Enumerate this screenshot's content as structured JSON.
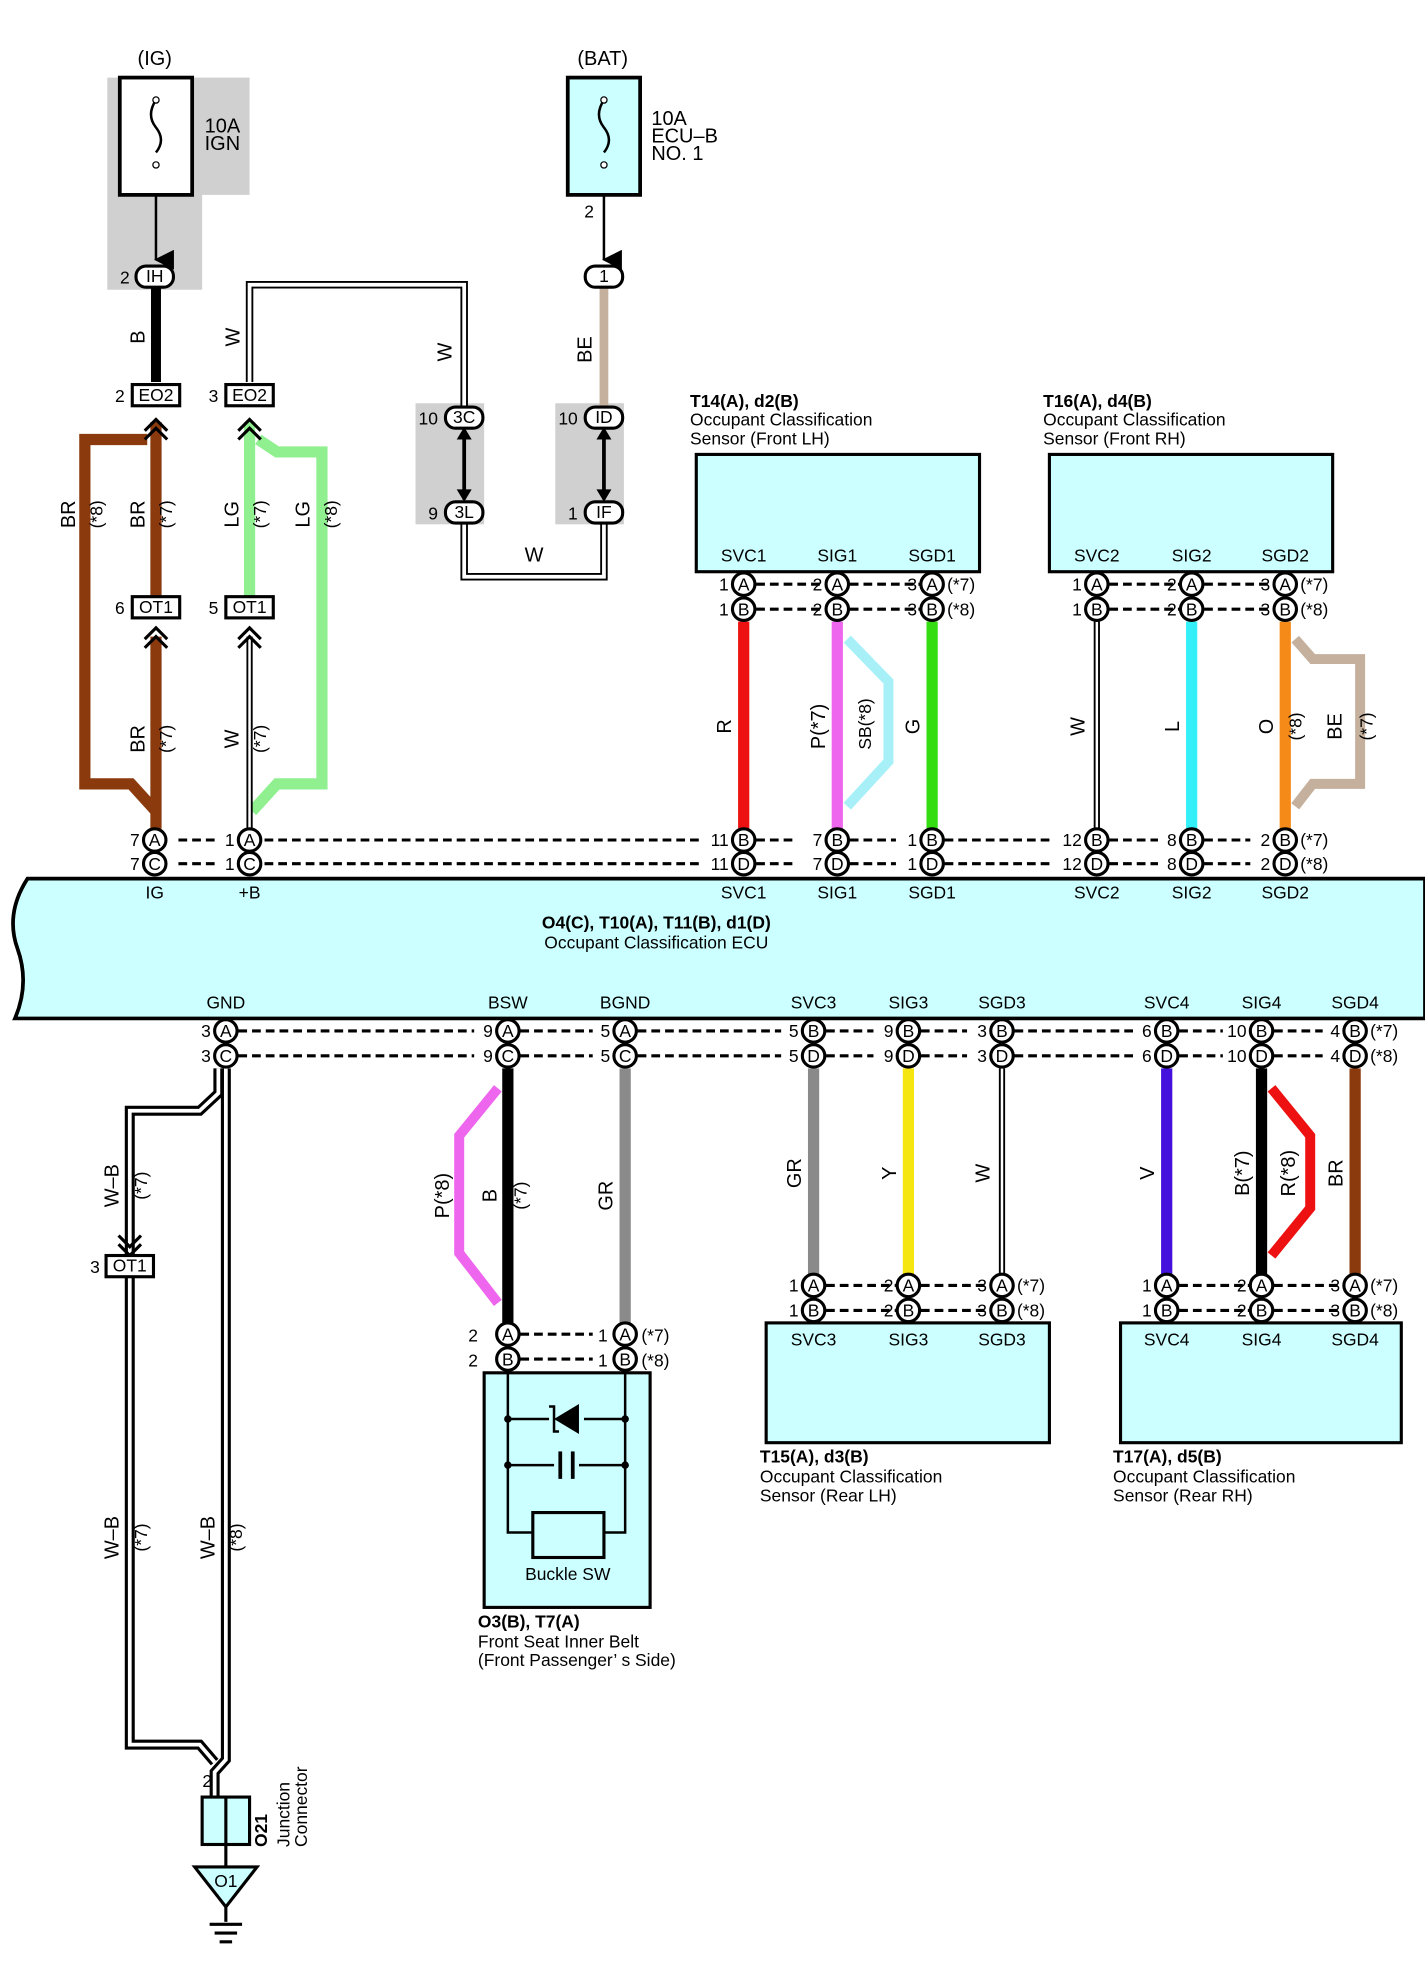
{
  "fuses": {
    "ig": {
      "source": "(IG)",
      "rating": "10A",
      "name": "IGN"
    },
    "bat": {
      "source": "(BAT)",
      "rating": "10A",
      "name1": "ECU–B",
      "name2": "NO. 1",
      "pin": "2"
    }
  },
  "connectors": {
    "ih": {
      "name": "IH",
      "pin": "2"
    },
    "one": {
      "name": "1"
    },
    "eo2_left": {
      "name": "EO2",
      "pin": "2"
    },
    "eo2_right": {
      "name": "EO2",
      "pin": "3"
    },
    "c3c": {
      "name": "3C",
      "pin": "10"
    },
    "c3l": {
      "name": "3L",
      "pin": "9"
    },
    "cid": {
      "name": "ID",
      "pin": "10"
    },
    "cif": {
      "name": "IF",
      "pin": "1"
    },
    "ot1_left": {
      "name": "OT1",
      "pin": "6"
    },
    "ot1_right": {
      "name": "OT1",
      "pin": "5"
    },
    "ot1_low": {
      "name": "OT1",
      "pin": "3"
    }
  },
  "wires": {
    "b": "B",
    "w": "W",
    "be": "BE",
    "br": "BR",
    "lg": "LG",
    "r": "R",
    "p7": "P(*7)",
    "sb8": "SB(*8)",
    "g": "G",
    "l": "L",
    "o": "O",
    "gr": "GR",
    "y": "Y",
    "v": "V",
    "b7": "B(*7)",
    "r8": "R(*8)",
    "p8": "P(*8)",
    "wb": "W–B"
  },
  "notes": {
    "n7": "(*7)",
    "n8": "(*8)"
  },
  "letters": {
    "a": "A",
    "b": "B",
    "c": "C",
    "d": "D"
  },
  "ecu": {
    "name": "O4(C), T10(A), T11(B), d1(D)",
    "desc": "Occupant Classification ECU",
    "top_pins": [
      "IG",
      "+B",
      "SVC1",
      "SIG1",
      "SGD1",
      "SVC2",
      "SIG2",
      "SGD2"
    ],
    "bottom_pins": [
      "GND",
      "BSW",
      "BGND",
      "SVC3",
      "SIG3",
      "SGD3",
      "SVC4",
      "SIG4",
      "SGD4"
    ],
    "top_nums": [
      "7",
      "1",
      "11",
      "7",
      "1",
      "12",
      "8",
      "2"
    ],
    "bottom_nums": [
      "3",
      "9",
      "5",
      "5",
      "9",
      "3",
      "6",
      "10",
      "4"
    ]
  },
  "sensors": {
    "fl": {
      "id": "T14(A), d2(B)",
      "desc1": "Occupant Classification",
      "desc2": "Sensor (Front LH)",
      "pins": [
        "SVC1",
        "SIG1",
        "SGD1"
      ]
    },
    "fr": {
      "id": "T16(A), d4(B)",
      "desc1": "Occupant Classification",
      "desc2": "Sensor (Front RH)",
      "pins": [
        "SVC2",
        "SIG2",
        "SGD2"
      ]
    },
    "rl": {
      "id": "T15(A), d3(B)",
      "desc1": "Occupant Classification",
      "desc2": "Sensor (Rear LH)",
      "pins": [
        "SVC3",
        "SIG3",
        "SGD3"
      ]
    },
    "rr": {
      "id": "T17(A), d5(B)",
      "desc1": "Occupant Classification",
      "desc2": "Sensor (Rear RH)",
      "pins": [
        "SVC4",
        "SIG4",
        "SGD4"
      ]
    },
    "pin_nums": [
      "1",
      "2",
      "3"
    ]
  },
  "buckle": {
    "id": "O3(B), T7(A)",
    "desc1": "Front Seat Inner Belt",
    "desc2": "(Front Passenger’ s Side)",
    "label": "Buckle SW",
    "pin_nums": [
      "2",
      "1"
    ]
  },
  "junction": {
    "id": "O21",
    "desc1": "Junction",
    "desc2": "Connector",
    "pin": "2"
  },
  "ground": {
    "name": "O1"
  },
  "colors": {
    "br": "#8b3a0e",
    "lg": "#90f090",
    "r": "#ee1111",
    "p": "#ee66ee",
    "sb": "#a8f0f8",
    "g": "#33dd11",
    "l": "#33f0f8",
    "o": "#f58a18",
    "be": "#c4b09c",
    "gr": "#8a8a8a",
    "y": "#f5e611",
    "v": "#4411dd",
    "panel": "#ccffff",
    "shade": "#d0d0d0"
  }
}
